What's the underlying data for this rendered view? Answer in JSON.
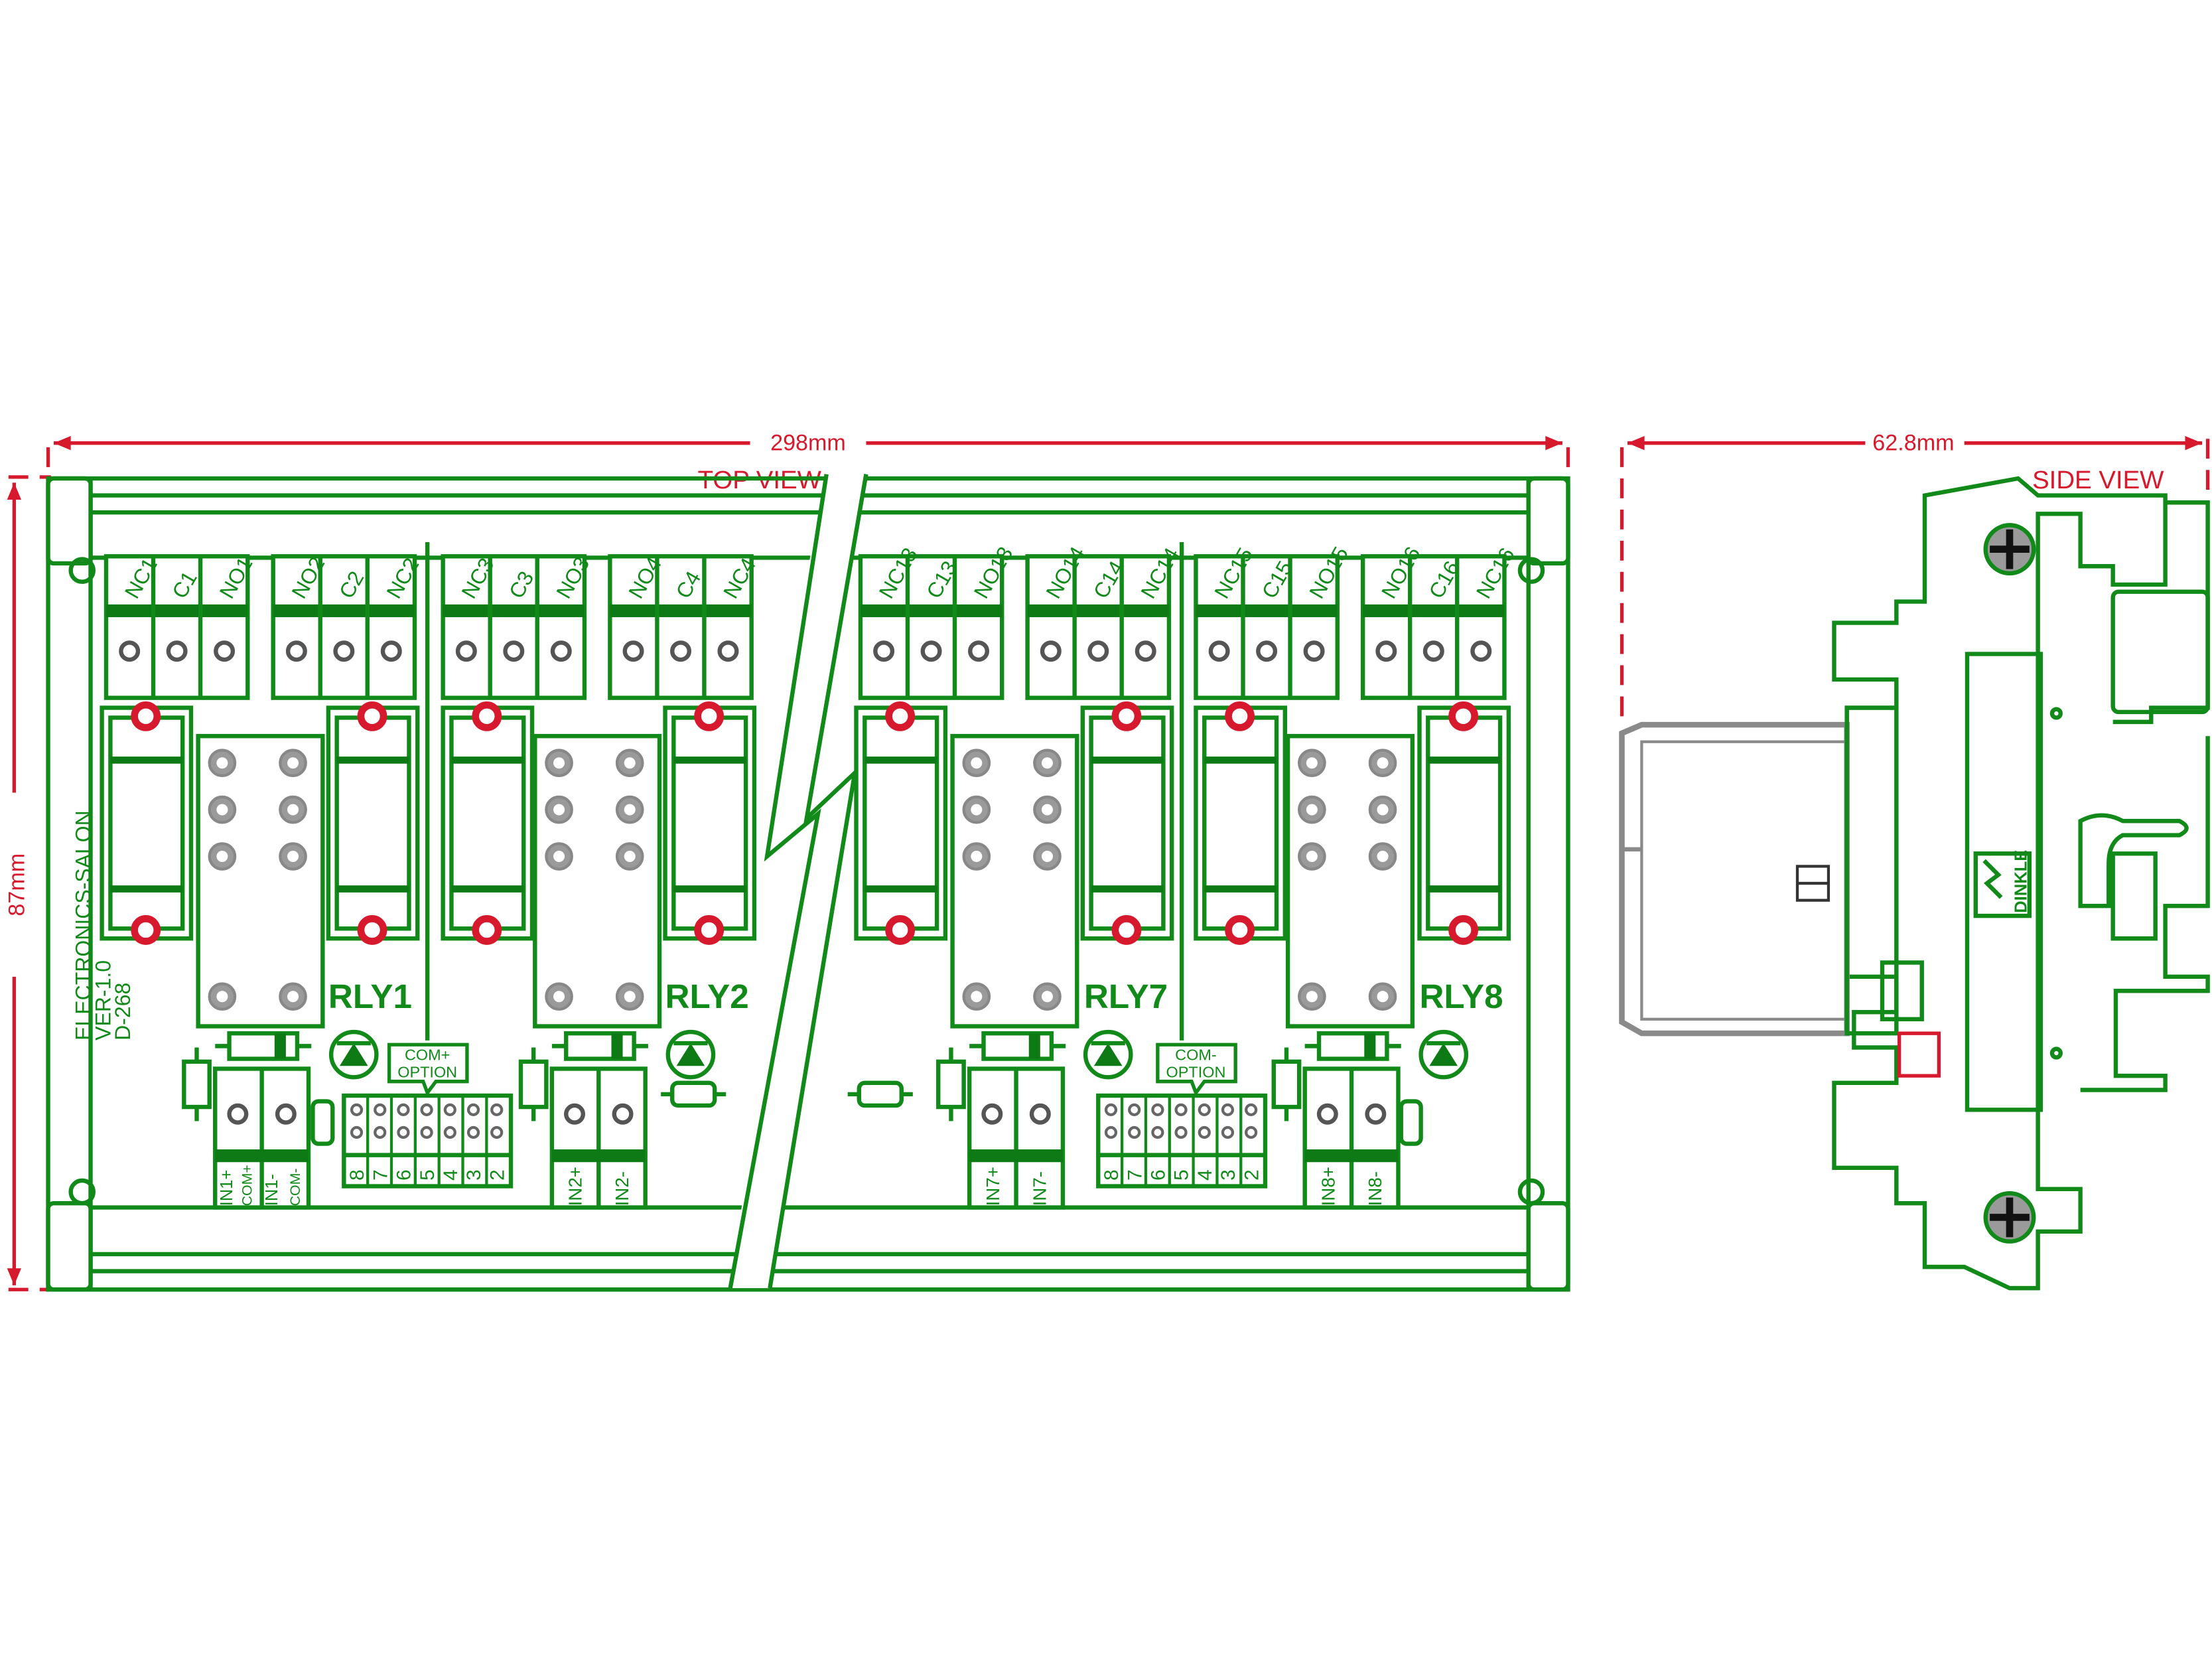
{
  "colors": {
    "pcb_green": "#118a1a",
    "dimension_red": "#d6192c",
    "hole_grey": "#9a9a9a"
  },
  "dimensions": {
    "width": "298mm",
    "height": "87mm",
    "depth": "62.8mm"
  },
  "views": {
    "top": "TOP VIEW",
    "side": "SIDE VIEW"
  },
  "board": {
    "brand": "ELECTRONICS-SALON",
    "version": "VER-1.0",
    "model": "D-268"
  },
  "relay_groups": [
    {
      "name": "RLY1",
      "terminals_a": [
        "NC1",
        "C1",
        "NO1"
      ],
      "terminals_b": [
        "NO2",
        "C2",
        "NC2"
      ],
      "input_labels": [
        "IN1+",
        "COM+",
        "IN1-",
        "COM-"
      ],
      "option": [
        "COM+",
        "OPTION"
      ],
      "jumpers": [
        "8",
        "7",
        "6",
        "5",
        "4",
        "3",
        "2"
      ]
    },
    {
      "name": "RLY2",
      "terminals_a": [
        "NC3",
        "C3",
        "NO3"
      ],
      "terminals_b": [
        "NO4",
        "C4",
        "NC4"
      ],
      "input_labels": [
        "IN2+",
        "IN2-"
      ]
    },
    {
      "name": "RLY7",
      "terminals_a": [
        "NC13",
        "C13",
        "NO13"
      ],
      "terminals_b": [
        "NO14",
        "C14",
        "NC14"
      ],
      "input_labels": [
        "IN7+",
        "IN7-"
      ],
      "option": [
        "COM-",
        "OPTION"
      ],
      "jumpers": [
        "8",
        "7",
        "6",
        "5",
        "4",
        "3",
        "2"
      ]
    },
    {
      "name": "RLY8",
      "terminals_a": [
        "NC15",
        "C15",
        "NO15"
      ],
      "terminals_b": [
        "NO16",
        "C16",
        "NC16"
      ],
      "input_labels": [
        "IN8+",
        "IN8-"
      ]
    }
  ],
  "side_view": {
    "terminal_brand": "DINKLE"
  },
  "icons": [
    "screw-plus-icon",
    "diode-triangle-icon",
    "mounting-hole-icon"
  ]
}
